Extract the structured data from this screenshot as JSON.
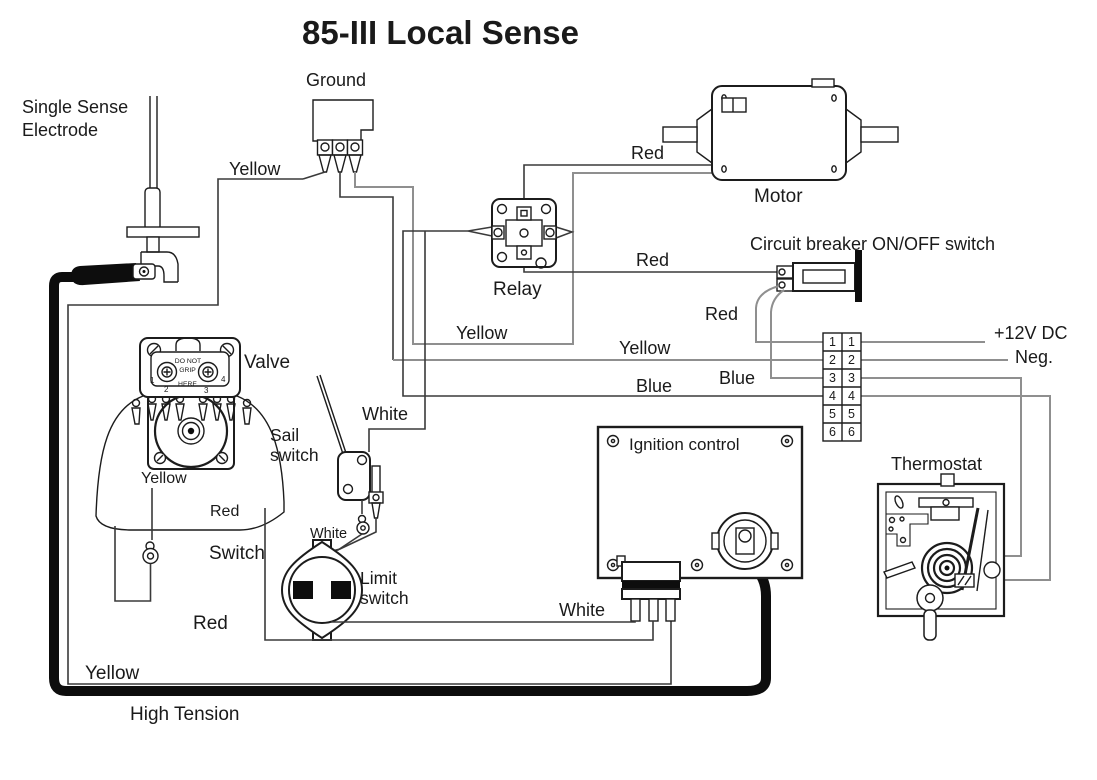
{
  "title": "85-III Local Sense",
  "labels": {
    "single_sense_line1": "Single Sense",
    "single_sense_line2": "Electrode",
    "ground": "Ground",
    "motor": "Motor",
    "relay": "Relay",
    "circuit_breaker": "Circuit breaker ON/OFF switch",
    "valve": "Valve",
    "sail_switch_line1": "Sail",
    "sail_switch_line2": "switch",
    "switch": "Switch",
    "limit_switch_line1": "Limit",
    "limit_switch_line2": "switch",
    "ignition_control": "Ignition control",
    "thermostat": "Thermostat",
    "high_tension": "High Tension",
    "plus_12v": "+12V DC",
    "neg": "Neg."
  },
  "wire_labels": {
    "yellow_top": "Yellow",
    "red_motor": "Red",
    "red_breaker": "Red",
    "red_block": "Red",
    "blue_breaker": "Blue",
    "yellow_mid": "Yellow",
    "yellow_relay": "Yellow",
    "blue_mid": "Blue",
    "white_top": "White",
    "white_sail": "White",
    "white_limit": "White",
    "yellow_valve": "Yellow",
    "red_valve": "Red",
    "red_bottom": "Red",
    "yellow_bottom": "Yellow"
  },
  "valve_plate": {
    "warning_line1": "DO NOT",
    "warning_line2": "GRIP",
    "warning_line3": "HERE",
    "terminal_1": "1",
    "terminal_2": "2",
    "terminal_3": "3",
    "terminal_4": "4"
  },
  "terminal_block": {
    "rows": [
      {
        "l": "1",
        "r": "1"
      },
      {
        "l": "2",
        "r": "2"
      },
      {
        "l": "3",
        "r": "3"
      },
      {
        "l": "4",
        "r": "4"
      },
      {
        "l": "5",
        "r": "5"
      },
      {
        "l": "6",
        "r": "6"
      }
    ]
  },
  "colors": {
    "wire_dark": "#3a3a3a",
    "wire_gray": "#8f8f8f",
    "component": "#1c1c1c",
    "high_tension": "#0d0d0d",
    "background": "#ffffff"
  }
}
